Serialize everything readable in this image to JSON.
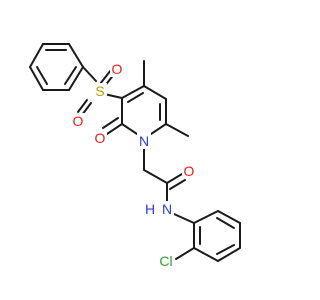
{
  "atoms": {
    "S": {
      "text": "S",
      "color": "#b5a000"
    },
    "O_sulfonyl_top": {
      "text": "O",
      "color": "#e8201a"
    },
    "O_sulfonyl_bottom": {
      "text": "O",
      "color": "#e8201a"
    },
    "O_ring_carbonyl": {
      "text": "O",
      "color": "#e8201a"
    },
    "O_amide": {
      "text": "O",
      "color": "#e8201a"
    },
    "N_ring": {
      "text": "N",
      "color": "#2b3dd6"
    },
    "NH": {
      "text": "N",
      "color": "#2b3dd6"
    },
    "H": {
      "text": "H",
      "color": "#2b3dd6"
    },
    "Cl": {
      "text": "Cl",
      "color": "#2fa12f"
    }
  },
  "colors": {
    "bond": "#1a1a1a",
    "background": "#ffffff"
  }
}
